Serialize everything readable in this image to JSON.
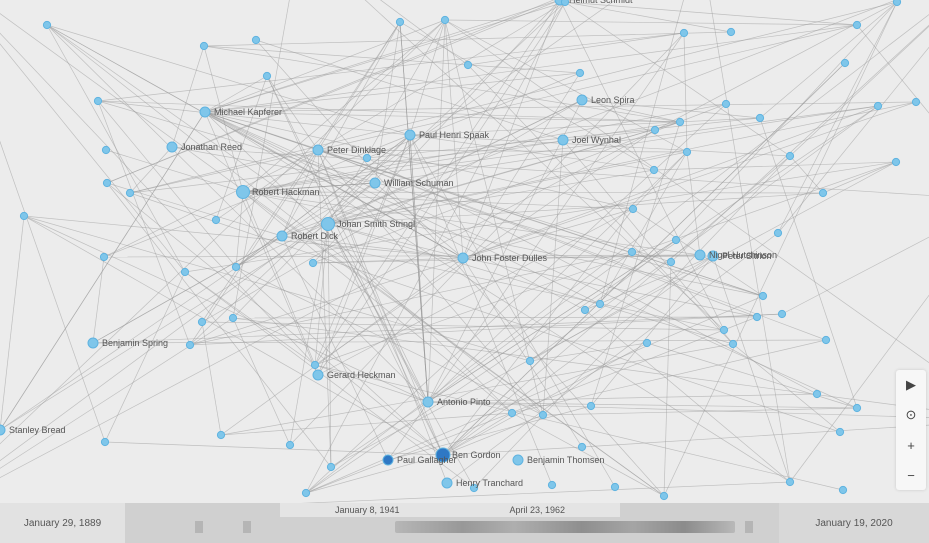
{
  "graph": {
    "labels": [
      "Michael Kapferer",
      "Jonathan Reed",
      "Peter Dinklage",
      "Paul Henri Spaak",
      "Leon Spira",
      "Joel Wynhal",
      "Robert Hackman",
      "William Schuman",
      "Robert Dick",
      "Johan Smith Stringl",
      "Nigel Hutchinson",
      "John Foster Dulles",
      "Peter Sitrion",
      "Benjamin Spring",
      "Gerard Heckman",
      "Stanley Bread",
      "Antonio Pinto",
      "Ben Gordon",
      "Benjamin Thomsen",
      "Paul Gallagher",
      "Henry Tranchard",
      "Helmut Schmidt"
    ]
  },
  "controls": {
    "play_icon": "▶",
    "reset_icon": "⊙",
    "zoom_in_icon": "+",
    "zoom_out_icon": "−"
  },
  "timeline": {
    "start_label": "January 29, 1889",
    "range_left_label": "January 8, 1941",
    "range_right_label": "April 23, 1962",
    "end_label": "January 19, 2020"
  }
}
